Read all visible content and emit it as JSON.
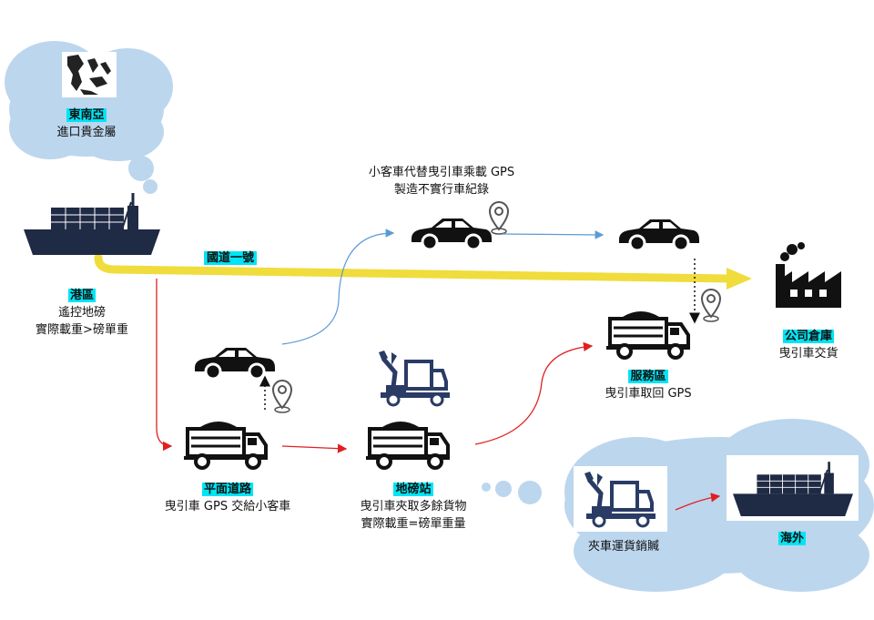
{
  "labels": {
    "southeast_asia_title": "東南亞",
    "southeast_asia_desc": "進口貴金屬",
    "national_highway": "國道一號",
    "port_title": "港區",
    "port_desc1": "遙控地磅",
    "port_desc2": "實際載重>磅單重",
    "car_swap_line1": "小客車代替曳引車乘載 GPS",
    "car_swap_line2": "製造不實行車紀錄",
    "warehouse_title": "公司倉庫",
    "warehouse_desc": "曳引車交貨",
    "service_area_title": "服務區",
    "service_area_desc": "曳引車取回 GPS",
    "surface_road_title": "平面道路",
    "surface_road_desc": "曳引車 GPS 交給小客車",
    "weigh_station_title": "地磅站",
    "weigh_station_desc1": "曳引車夾取多餘貨物",
    "weigh_station_desc2": "實際載重=磅單重量",
    "forklift_sales": "夾車運貨銷贓",
    "overseas": "海外"
  },
  "colors": {
    "cloud": "#bcd6ee",
    "highway": "#f0dc3c",
    "ship": "#1f2a44",
    "red_arrow": "#e02020",
    "blue_arrow": "#5a9bd5",
    "highlight": "#00e5f5"
  }
}
